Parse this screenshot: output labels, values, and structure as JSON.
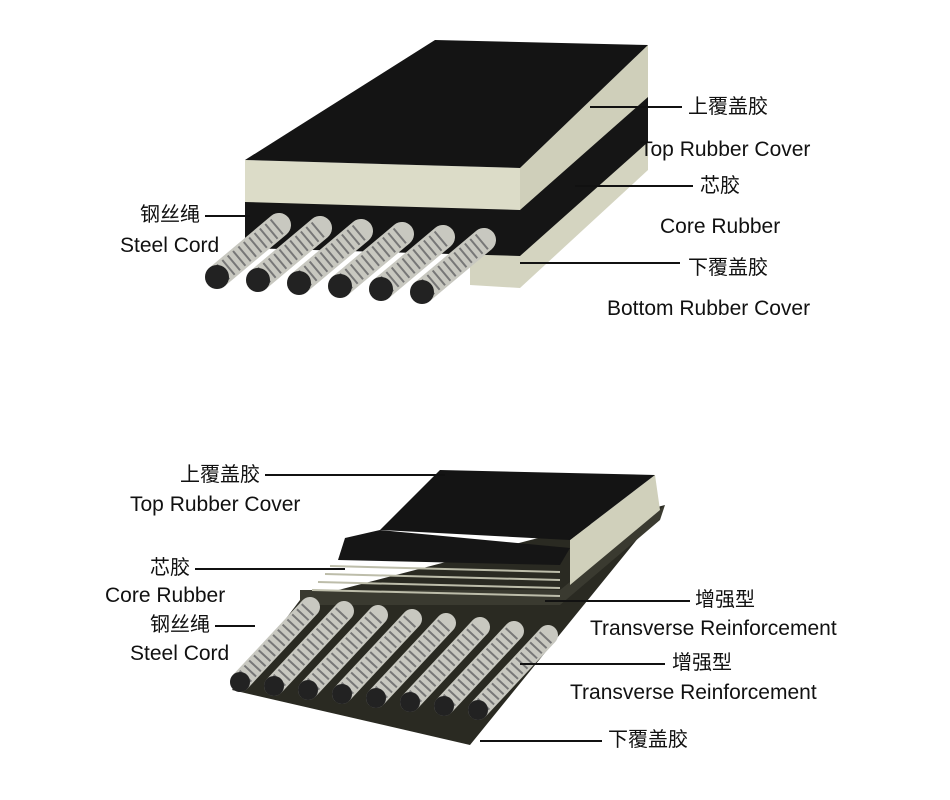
{
  "top_diagram": {
    "labels": {
      "top_cover_zh": "上覆盖胶",
      "top_cover_en": "Top Rubber Cover",
      "core_zh": "芯胶",
      "core_en": "Core Rubber",
      "bottom_cover_zh": "下覆盖胶",
      "bottom_cover_en": "Bottom Rubber Cover",
      "steel_cord_zh": "钢丝绳",
      "steel_cord_en": "Steel Cord"
    }
  },
  "bottom_diagram": {
    "labels": {
      "top_cover_zh": "上覆盖胶",
      "top_cover_en": "Top Rubber Cover",
      "core_zh": "芯胶",
      "core_en": "Core Rubber",
      "steel_cord_zh": "钢丝绳",
      "steel_cord_en": "Steel Cord",
      "transverse1_zh": "增强型",
      "transverse1_en": "Transverse Reinforcement",
      "transverse2_zh": "增强型",
      "transverse2_en": "Transverse Reinforcement",
      "bottom_cover_zh": "下覆盖胶"
    }
  },
  "colors": {
    "rubber_black": "#141414",
    "rubber_cream": "#d8d8c4",
    "steel": "#c8c8c0"
  }
}
